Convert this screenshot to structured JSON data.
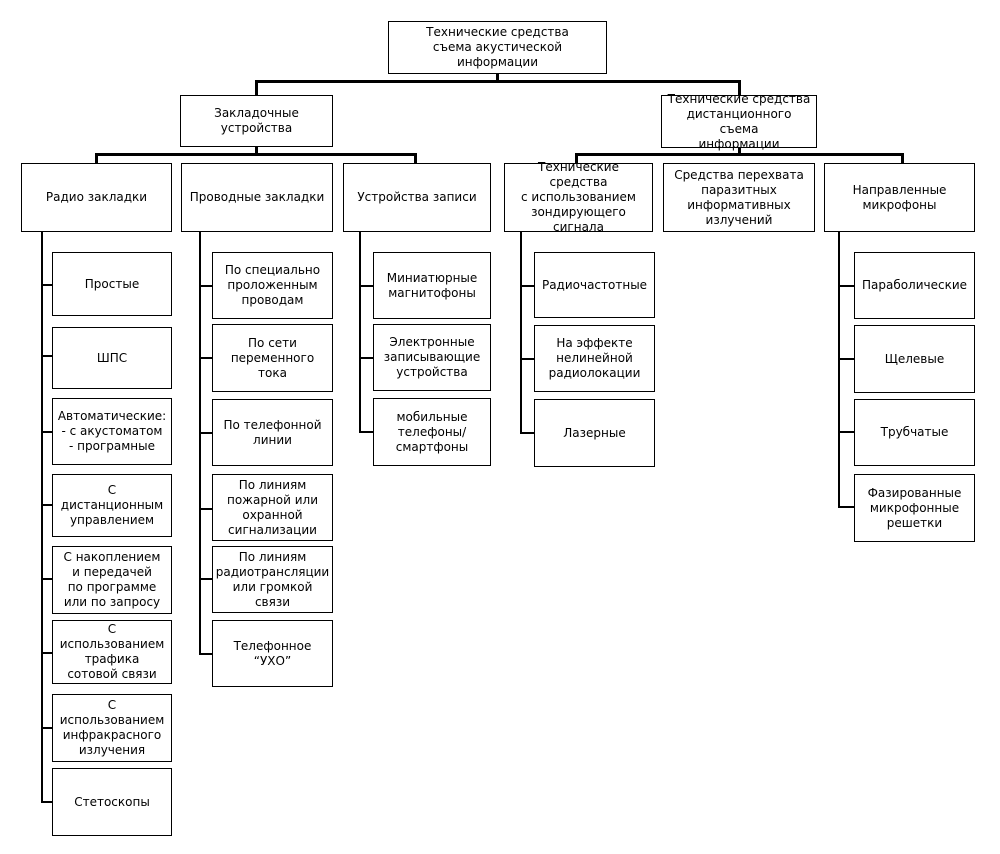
{
  "root": "Технические средства\nсъема акустической информации",
  "branch_bookmarks": "Закладочные\nустройства",
  "branch_remote": "Технические средства\nдистанционного съема\nинформации",
  "radio": {
    "title": "Радио закладки",
    "items": [
      "Простые",
      "ШПС",
      "Автоматические:\n- с акустоматом\n- програмные",
      "С дистанционным\nуправлением",
      "С накоплением\nи передачей\nпо программе\nили по запросу",
      "С использованием\nтрафика\nсотовой связи",
      "С использованием\nинфракрасного\nизлучения",
      "Стетоскопы"
    ]
  },
  "wired": {
    "title": "Проводные закладки",
    "items": [
      "По специально\nпроложенным\nпроводам",
      "По сети\nпеременного\nтока",
      "По телефонной\nлинии",
      "По линиям\nпожарной или\nохранной\nсигнализации",
      "По линиям\nрадиотрансляции\nили громкой\nсвязи",
      "Телефонное\n“УХО”"
    ]
  },
  "recording": {
    "title": "Устройства записи",
    "items": [
      "Миниатюрные\nмагнитофоны",
      "Электронные\nзаписывающие\nустройства",
      "мобильные\nтелефоны/\nсмартфоны"
    ]
  },
  "probing": {
    "title": "Технические средства\nс использованием\nзондирующего сигнала",
    "items": [
      "Радиочастотные",
      "На эффекте\nнелинейной\nрадиолокации",
      "Лазерные"
    ]
  },
  "emissions": {
    "title": "Средства перехвата\nпаразитных\nинформативных\nизлучений"
  },
  "microphones": {
    "title": "Направленные\nмикрофоны",
    "items": [
      "Параболические",
      "Щелевые",
      "Трубчатые",
      "Фазированные\nмикрофонные\nрешетки"
    ]
  }
}
